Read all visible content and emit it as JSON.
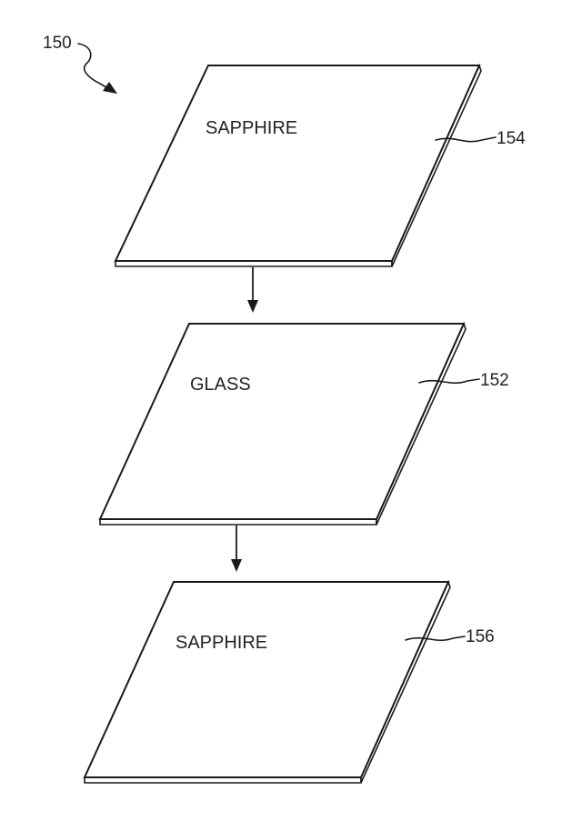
{
  "figure": {
    "reference": "150",
    "layers": [
      {
        "material": "SAPPHIRE",
        "reference": "154"
      },
      {
        "material": "GLASS",
        "reference": "152"
      },
      {
        "material": "SAPPHIRE",
        "reference": "156"
      }
    ]
  }
}
